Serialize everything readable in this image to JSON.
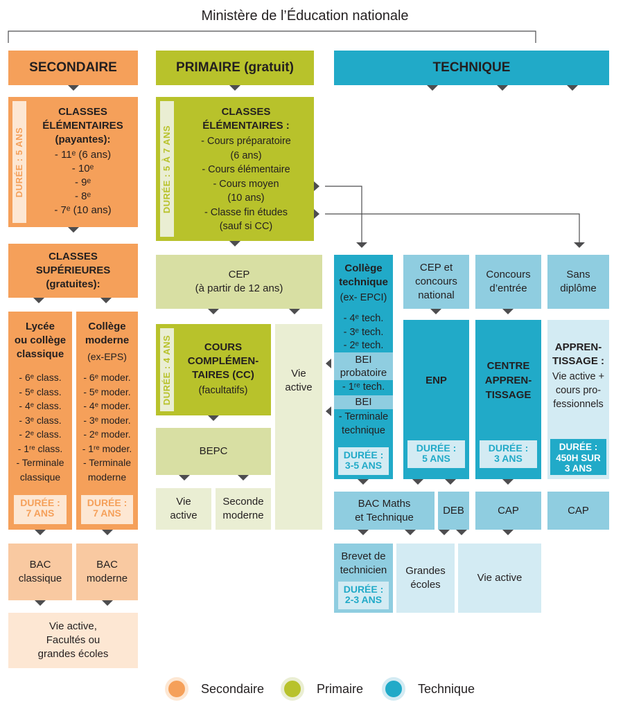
{
  "colors": {
    "secondaire": "#f5a05a",
    "secondaire_light": "#f9c9a1",
    "secondaire_pale": "#fde7d3",
    "primaire": "#b8c22b",
    "primaire_light": "#d8dfa3",
    "primaire_pale": "#eaeed3",
    "technique": "#21aac8",
    "technique_light": "#8fcde0",
    "technique_pale": "#d3ebf3"
  },
  "title": "Ministère de l’Éducation nationale",
  "secondaire": {
    "header": "SECONDAIRE",
    "elem_duration": "DURÉE : 5 ANS",
    "elem_title": "CLASSES\nÉLÉMENTAIRES\n(payantes):",
    "elem_items": "- 11ᵉ (6 ans)\n- 10ᵉ\n- 9ᵉ\n- 8ᵉ\n- 7ᵉ (10 ans)",
    "sup_title": "CLASSES\nSUPÉRIEURES\n(gratuites):",
    "lycee_title": "Lycée\nou collège\nclassique",
    "lycee_items": "- 6ᵉ class.\n- 5ᵉ class.\n- 4ᵉ class.\n- 3ᵉ class.\n- 2ᵉ class.\n- 1ʳᵉ class.\n- Terminale\nclassique",
    "lycee_duration": "DURÉE :\n7 ANS",
    "college_title": "Collège\nmoderne",
    "college_sub": "(ex-EPS)",
    "college_items": "- 6ᵉ moder.\n- 5ᵉ moder.\n- 4ᵉ moder.\n- 3ᵉ moder.\n- 2ᵉ moder.\n- 1ʳᵉ moder.\n- Terminale\nmoderne",
    "college_duration": "DURÉE :\n7 ANS",
    "bac_classique": "BAC\nclassique",
    "bac_moderne": "BAC\nmoderne",
    "outcome": "Vie active,\nFacultés ou\ngrandes écoles"
  },
  "primaire": {
    "header": "PRIMAIRE (gratuit)",
    "elem_duration": "DURÉE : 5 À 7 ANS",
    "elem_title": "CLASSES\nÉLÉMENTAIRES :",
    "elem_items": "- Cours préparatoire\n(6 ans)\n- Cours élémentaire\n- Cours moyen\n(10 ans)\n- Classe fin études\n(sauf si CC)",
    "cep": "CEP\n(à partir de 12 ans)",
    "cc_duration": "DURÉE : 4 ANS",
    "cc_title": "COURS\nCOMPLÉMEN-\nTAIRES (CC)",
    "cc_sub": "(facultatifs)",
    "vie_active_tall": "Vie\nactive",
    "bepc": "BEPC",
    "vie_active": "Vie\nactive",
    "seconde": "Seconde\nmoderne"
  },
  "technique": {
    "header": "TECHNIQUE",
    "college_title": "Collège\ntechnique",
    "college_sub": "(ex- EPCI)",
    "college_items_1": "- 4ᵉ tech.\n- 3ᵉ tech.\n- 2ᵉ tech.",
    "bei_probatoire": "BEI\nprobatoire",
    "college_item_1re": "- 1ʳᵉ tech.",
    "bei": "BEI",
    "college_item_term": "- Terminale\ntechnique",
    "college_duration": "DURÉE :\n3-5 ANS",
    "cep_concours": "CEP et\nconcours\nnational",
    "enp": "ENP",
    "enp_duration": "DURÉE :\n5 ANS",
    "concours": "Concours\nd’entrée",
    "centre": "CENTRE\nAPPREN-\nTISSAGE",
    "centre_duration": "DURÉE :\n3 ANS",
    "sans_diplome": "Sans\ndiplôme",
    "apprentissage_title": "APPREN-\nTISSAGE :",
    "apprentissage_sub": "Vie active +\ncours pro-\nfessionnels",
    "apprentissage_duration": "DURÉE :\n450H SUR\n3 ANS",
    "bac_maths": "BAC Maths\net Technique",
    "deb": "DEB",
    "cap1": "CAP",
    "cap2": "CAP",
    "brevet": "Brevet de\ntechnicien",
    "brevet_duration": "DURÉE :\n2-3 ANS",
    "grandes_ecoles": "Grandes\nécoles",
    "vie_active": "Vie active"
  },
  "legend": [
    {
      "label": "Secondaire",
      "color": "#f5a05a",
      "ring": "#fde7d3"
    },
    {
      "label": "Primaire",
      "color": "#b8c22b",
      "ring": "#eaeed3"
    },
    {
      "label": "Technique",
      "color": "#21aac8",
      "ring": "#d3ebf3"
    }
  ]
}
